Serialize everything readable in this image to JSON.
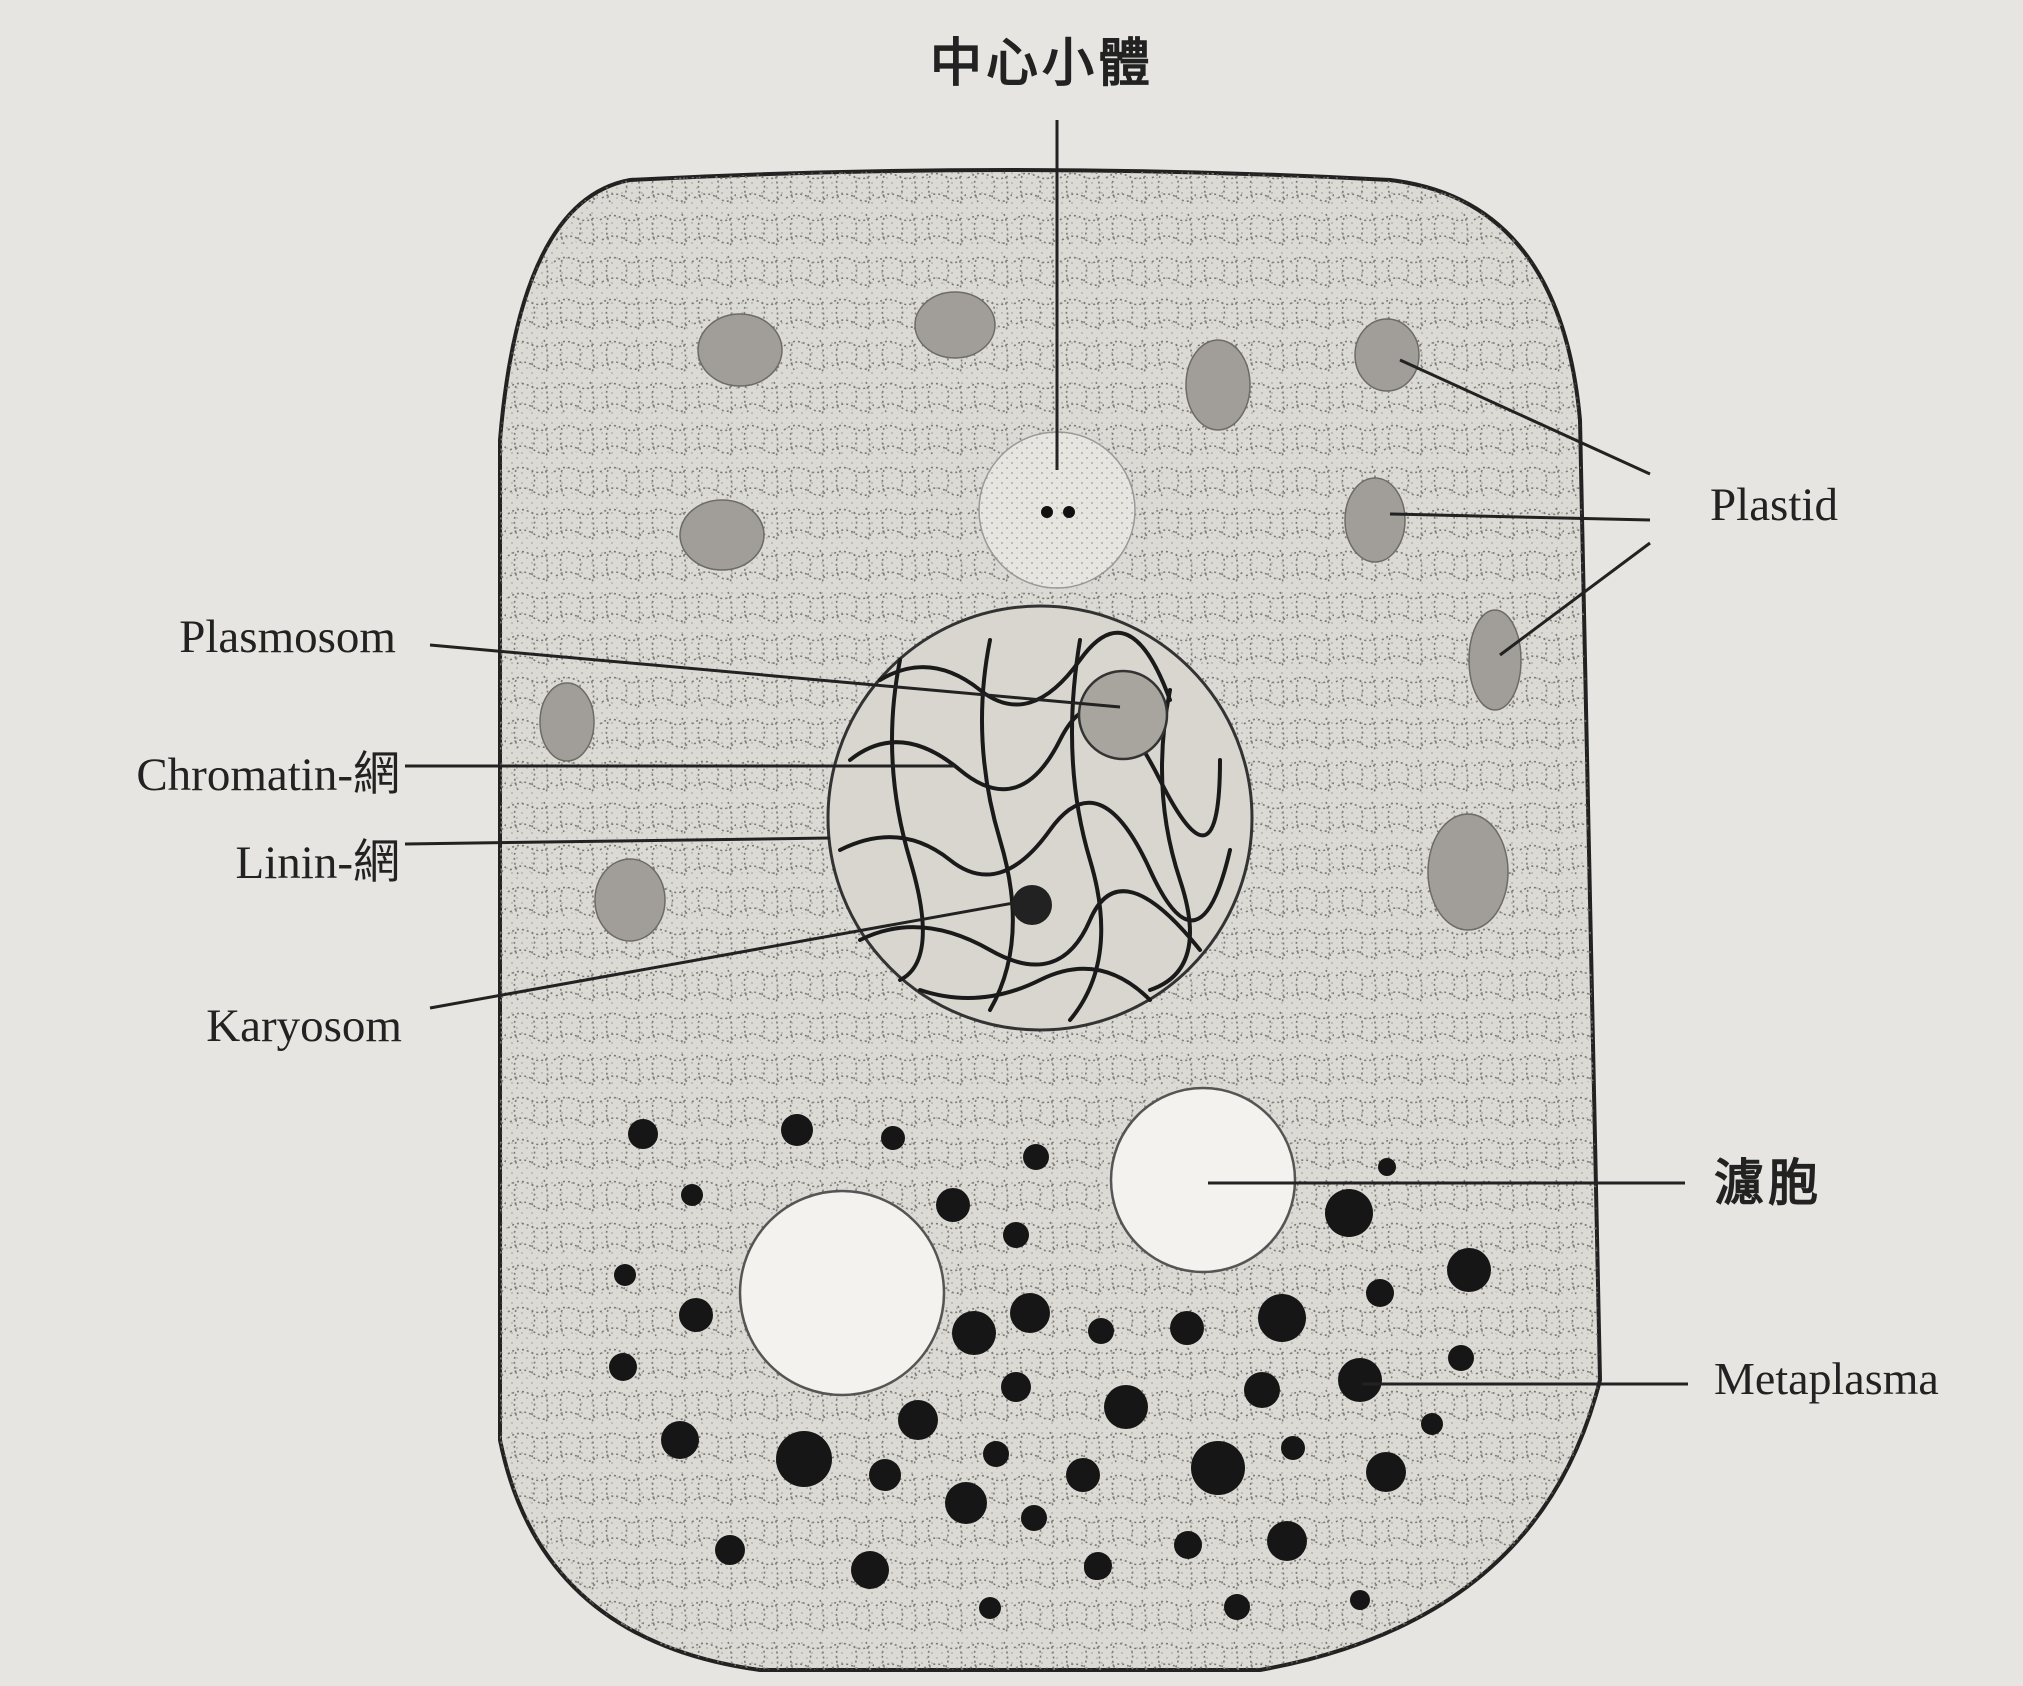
{
  "diagram": {
    "labels": {
      "centrosome": "中心小體",
      "plastid": "Plastid",
      "plasmosom": "Plasmosom",
      "chromatin": "Chromatin-網",
      "linin": "Linin-網",
      "karyosom": "Karyosom",
      "vacuole": "濾胞",
      "metaplasma": "Metaplasma"
    }
  },
  "colors": {
    "paper": "#e6e5e1",
    "ink": "#222222",
    "cytoplasm": "#dcdad5",
    "nucleus": "#d9d6d0",
    "vacuole": "#f3f2ee",
    "plastid": "#9b9893",
    "granule": "#1a1a1a"
  }
}
